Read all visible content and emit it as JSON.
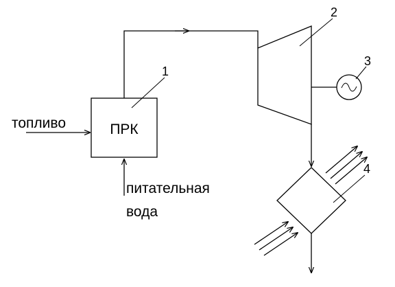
{
  "labels": {
    "fuel": "топливо",
    "boiler": "ПРК",
    "feedwater_line1": "питательная",
    "feedwater_line2": "вода",
    "n1": "1",
    "n2": "2",
    "n3": "3",
    "n4": "4"
  },
  "colors": {
    "stroke": "#000000",
    "background": "#ffffff"
  }
}
